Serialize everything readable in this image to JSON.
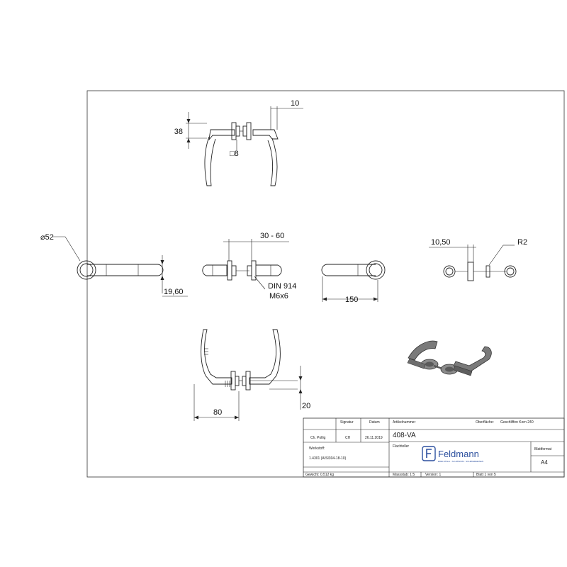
{
  "dimensions": {
    "top_height": "38",
    "top_pin_width": "10",
    "square_spindle": "□8",
    "rosette_diameter": "⌀52",
    "door_range": "30 - 60",
    "screw_std": "DIN 914",
    "screw_size": "M6x6",
    "lever_offset": "19,60",
    "lever_length": "150",
    "rosette_thickness": "10,50",
    "edge_radius": "R2",
    "bottom_width": "80",
    "bottom_height": "20"
  },
  "title_block": {
    "author_label": "Ch. Pollig",
    "signature_header": "Signatur",
    "signature_value": "CH",
    "date_header": "Datum",
    "date_value": "26.11.2019",
    "article_header": "Artikelnummer",
    "article_number": "408-VA",
    "surface_header": "Oberfläche:",
    "surface_value": "Geschliffen Korn 240",
    "material_header": "Werkstoff:",
    "material_value": "1.4301 (AISI304-18-10)",
    "fixed_label": "Flachteller",
    "company_name": "Feldmann",
    "company_tagline": "EDELSTAHL · ALUMINIUM · SCHMIEDEEISEN",
    "format_header": "Blattformat",
    "format_value": "A4",
    "weight": "Gewicht: 0.512 kg",
    "scale": "Massstab: 1:5",
    "version": "Version: 1",
    "sheet": "Blatt 1 von 5"
  }
}
